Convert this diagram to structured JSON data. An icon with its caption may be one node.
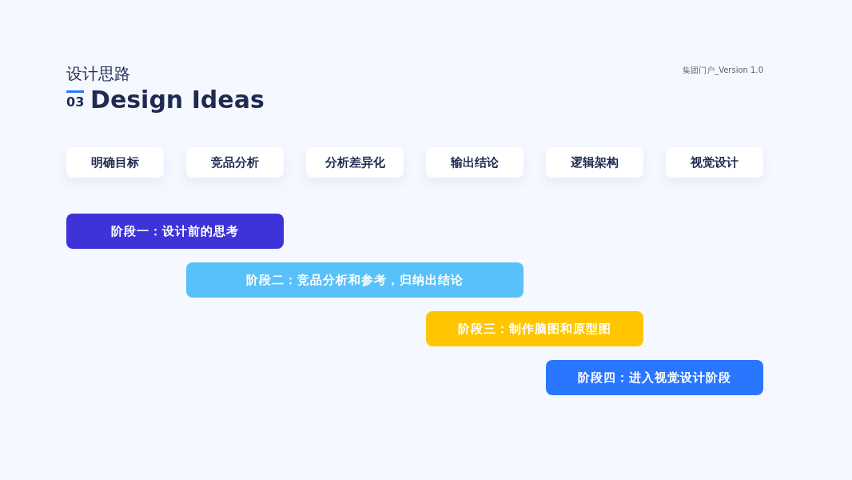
{
  "diagram": {
    "title": "Design Ideas",
    "nodes": [
      {
        "text": [
          "明确目标"
        ]
      },
      {
        "text": [
          "竞品分析"
        ]
      },
      {
        "text": [
          "分析差异化"
        ]
      },
      {
        "text": [
          "输出结论"
        ]
      },
      {
        "text": [
          "逻辑架构"
        ]
      },
      {
        "text": [
          "视觉设计"
        ]
      },
      {
        "text": [
          "阶段一：设计前的思考"
        ]
      },
      {
        "text": [
          "阶段二：竞品分析和参考，归纳出结论"
        ]
      },
      {
        "text": [
          "阶段三：制作脑图和原型图"
        ]
      },
      {
        "text": [
          "阶段四：进入视觉设计阶段"
        ]
      }
    ],
    "labels": [
      "设计思路",
      "集团门户_Version 1.0",
      "03"
    ]
  }
}
